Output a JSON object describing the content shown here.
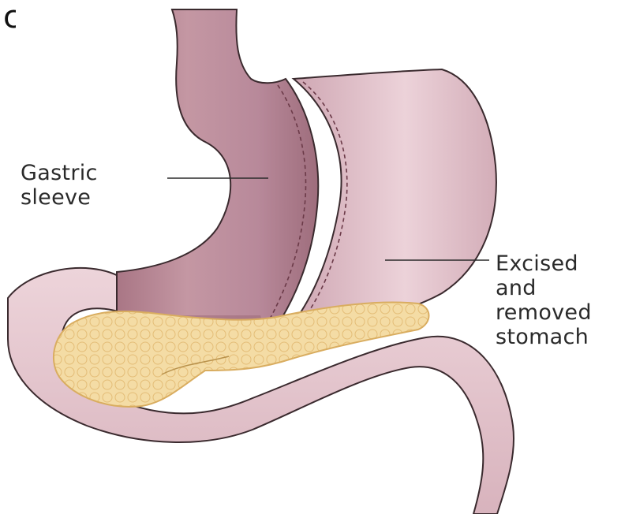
{
  "figure": {
    "panel_letter": "c",
    "labels": {
      "gastric_sleeve": [
        "Gastric",
        "sleeve"
      ],
      "excised_stomach": [
        "Excised",
        "and",
        "removed",
        "stomach"
      ]
    }
  },
  "colors": {
    "sleeve_fill": "#b98a97",
    "sleeve_shadow": "#9c6a78",
    "excised_fill": "#dcb9c2",
    "duodenum_fill": "#e8cdd3",
    "pancreas_fill": "#f3dba3",
    "pancreas_edge": "#e1b86e",
    "outline": "#3a2a2e",
    "staple_line": "#6b3a48"
  }
}
